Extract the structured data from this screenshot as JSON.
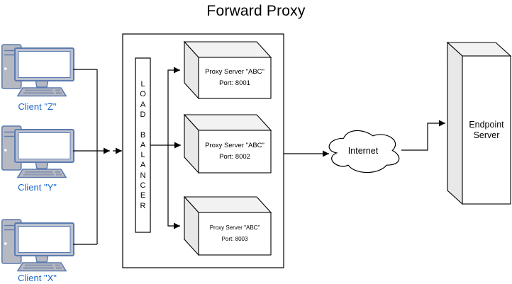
{
  "title": "Forward Proxy",
  "clients": [
    {
      "label": "Client \"Z\""
    },
    {
      "label": "Client \"Y\""
    },
    {
      "label": "Client \"X\""
    }
  ],
  "load_balancer": {
    "label": "LOAD BALANCER"
  },
  "proxies": [
    {
      "name": "Proxy Server \"ABC\"",
      "port": "Port: 8001"
    },
    {
      "name": "Proxy Server \"ABC\"",
      "port": "Port: 8002"
    },
    {
      "name": "Proxy Server \"ABC\"",
      "port": "Port: 8003"
    }
  ],
  "internet": {
    "label": "Internet"
  },
  "endpoint_server": {
    "label": "Endpoint\nServer"
  },
  "colors": {
    "line": "#000000",
    "client_label": "#1a66cc",
    "icon_stroke": "#5d7bb0",
    "icon_fill": "#b6b9c1",
    "monitor_frame_fill": "#b9c0cf",
    "cube_top_fill": "#f2f2f2",
    "cube_side_fill": "#e8e8e8",
    "face_fill": "#ffffff"
  }
}
